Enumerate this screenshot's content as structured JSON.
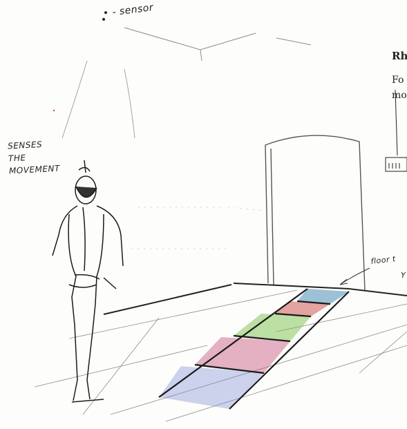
{
  "sketch": {
    "sensor_label": "• - sensor",
    "senses_lines": [
      "SENSES",
      "THE",
      "MOVEMENT"
    ],
    "floor_label_line1": "floor t",
    "floor_label_line2": "Y"
  },
  "webpage_fragment": {
    "heading": "Rh",
    "paragraph_line1": "Fo",
    "paragraph_line2": "mo"
  },
  "colors": {
    "ink": "#1f1f1f",
    "tile_blue": "#4c8fb8",
    "tile_red": "#c94a45",
    "tile_green": "#6dbb3a",
    "tile_pink": "#c4547b",
    "tile_violet": "#6f7fd0"
  }
}
